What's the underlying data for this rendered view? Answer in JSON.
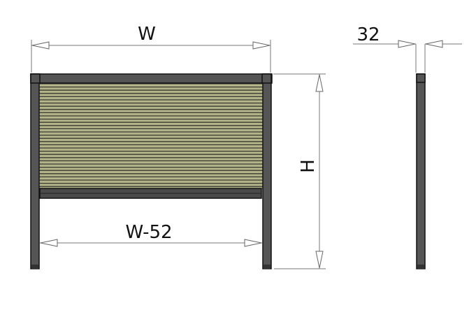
{
  "diagram": {
    "dims": {
      "width": "W",
      "inner_width": "W-52",
      "height": "H",
      "depth": "32"
    },
    "colors": {
      "frame": "#555555",
      "frame_outline": "#111111",
      "pleat_light": "#b3b38a",
      "pleat_dark": "#3a3a30",
      "bottom_rail": "#4a4a4a"
    }
  }
}
